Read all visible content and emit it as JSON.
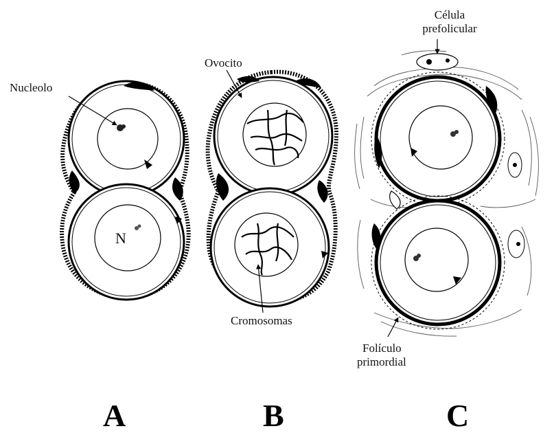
{
  "labels": {
    "nucleolo": "Nucleolo",
    "n": "N",
    "ovocito": "Ovocito",
    "cromosomas": "Cromosomas",
    "celula_line1": "Célula",
    "celula_line2": "prefolicular",
    "foliculo_line1": "Folículo",
    "foliculo_line2": "primordial"
  },
  "panels": {
    "a": "A",
    "b": "B",
    "c": "C"
  }
}
